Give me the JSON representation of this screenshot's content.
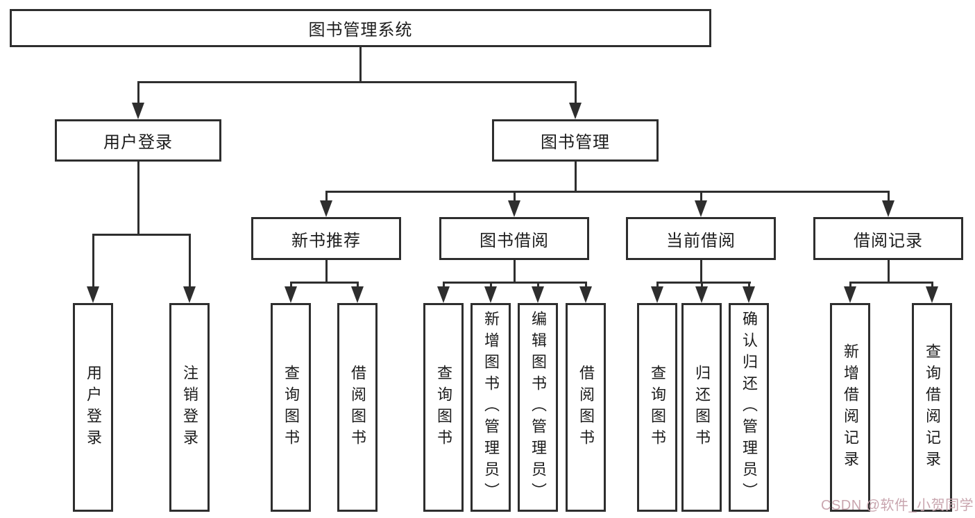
{
  "nodes": {
    "root": "图书管理系统",
    "branches": [
      "用户登录",
      "图书管理"
    ],
    "modules": [
      "新书推荐",
      "图书借阅",
      "当前借阅",
      "借阅记录"
    ],
    "user_leaves": [
      "用户登录",
      "注销登录"
    ],
    "recommend_leaves": [
      "查询图书",
      "借阅图书"
    ],
    "borrow_leaves": [
      "查询图书",
      "新增图书（管理员）",
      "编辑图书（管理员）",
      "借阅图书"
    ],
    "current_leaves": [
      "查询图书",
      "归还图书",
      "确认归还（管理员）"
    ],
    "record_leaves": [
      "新增借阅记录",
      "查询借阅记录"
    ]
  },
  "watermark": {
    "text": "CSDN @软件_小贺同学",
    "color": "#c9a6af"
  },
  "colors": {
    "line": "#2e2e2e",
    "text": "#1c1c1c",
    "background": "#ffffff"
  }
}
